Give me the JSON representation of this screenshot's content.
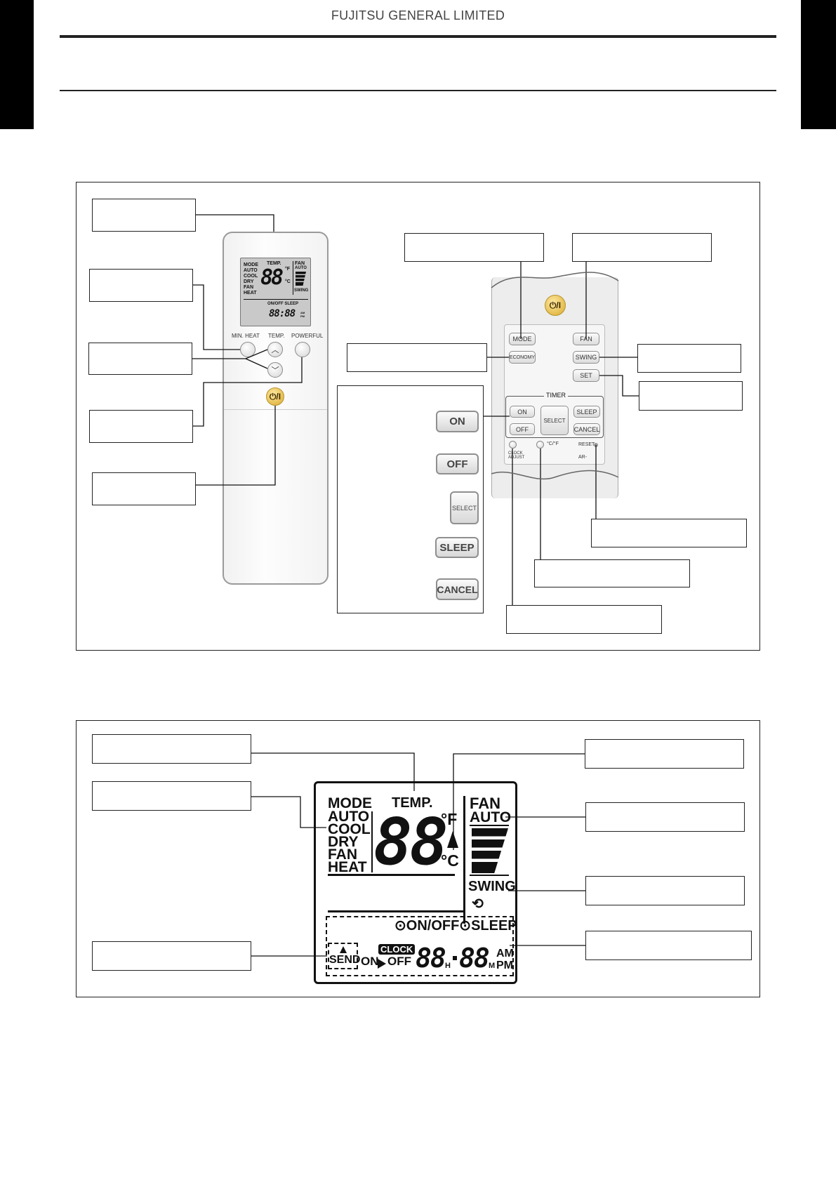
{
  "header": {
    "company": "FUJITSU GENERAL LIMITED"
  },
  "remote": {
    "lcd": {
      "mode_label": "MODE",
      "mode_items": [
        "AUTO",
        "COOL",
        "DRY",
        "FAN",
        "HEAT"
      ],
      "temp_label": "TEMP.",
      "temp_digits": "88",
      "unit_f": "°F",
      "unit_c": "°C",
      "fan_label": "FAN",
      "fan_auto": "AUTO",
      "swing_label": "SWING",
      "timer_line": "ON/OFF SLEEP",
      "time_digits": "88:88",
      "ampm": "AM PM"
    },
    "labels": {
      "min_heat": "MIN. HEAT",
      "temp": "TEMP.",
      "powerful": "POWERFUL"
    },
    "power_symbol": "⏻/I"
  },
  "detail_remote": {
    "power_symbol": "⏻/I",
    "mode": "MODE",
    "fan": "FAN",
    "economy": "ECONOMY",
    "swing": "SWING",
    "set": "SET",
    "timer": "TIMER",
    "timer_buttons": {
      "on": "ON",
      "off": "OFF",
      "select": "SELECT",
      "sleep": "SLEEP",
      "cancel": "CANCEL"
    },
    "clock_adjust": "CLOCK ADJUST",
    "cf": "°C/°F",
    "reset": "RESET",
    "model": "AR-"
  },
  "timer_column": {
    "on": "ON",
    "off": "OFF",
    "select": "SELECT",
    "sleep": "SLEEP",
    "cancel": "CANCEL"
  },
  "big_lcd": {
    "mode_label": "MODE",
    "mode_items": [
      "AUTO",
      "COOL",
      "DRY",
      "FAN",
      "HEAT"
    ],
    "temp_label": "TEMP.",
    "temp_digits": "88",
    "unit_f": "°F",
    "unit_c": "°C",
    "fan_label": "FAN",
    "fan_auto": "AUTO",
    "swing_label": "SWING",
    "timer_line": "⊙ON/OFF⊙SLEEP",
    "send": "SEND",
    "on": "ON",
    "off": "OFF",
    "clock": "CLOCK",
    "time_hours": "88",
    "time_h": "H",
    "time_minutes": "88",
    "am": "AM",
    "pm": "PM",
    "m": "M"
  },
  "colors": {
    "accent_power": "#d9a82a",
    "lcd_bg_small": "#c9c9c9"
  }
}
